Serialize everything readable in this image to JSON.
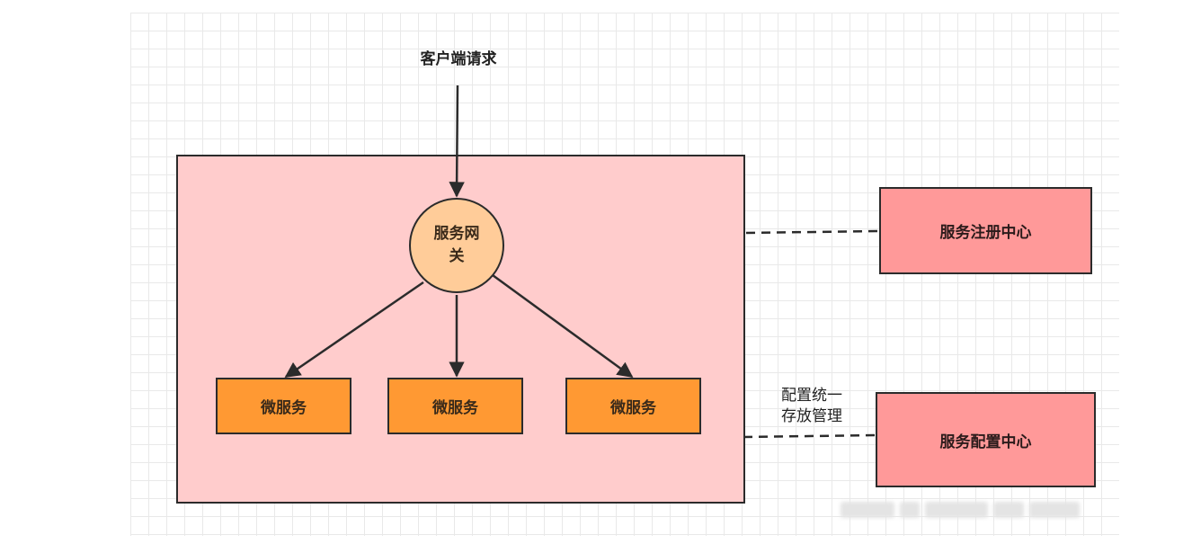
{
  "diagram": {
    "client_request": "客户端请求",
    "gateway": {
      "line1": "服务网",
      "line2": "关"
    },
    "microservices": [
      "微服务",
      "微服务",
      "微服务"
    ],
    "registry_center": "服务注册中心",
    "config_center": "服务配置中心",
    "config_note": {
      "line1": "配置统一",
      "line2": "存放管理"
    }
  },
  "colors": {
    "cluster_fill": "#ffcccc",
    "gateway_fill": "#ffcc99",
    "microservice_fill": "#ff9933",
    "center_fill": "#ff9999",
    "stroke": "#2b2b2b"
  }
}
